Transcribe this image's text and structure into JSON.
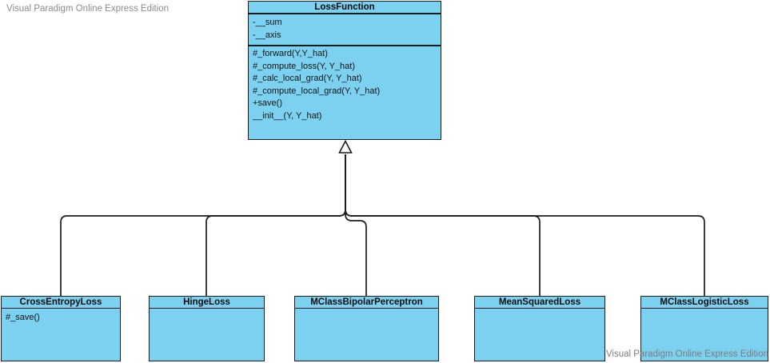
{
  "watermark": {
    "text": "Visual Paradigm Online Express Edition"
  },
  "colors": {
    "class_fill": "#7cd0f0",
    "border": "#1c1c1c",
    "connector": "#1c1c1c",
    "watermark": "#8c8c8c",
    "background": "#ffffff"
  },
  "diagram": {
    "type": "uml-class-diagram",
    "relationship": "generalization (hollow triangle inheritance arrow pointing to LossFunction)"
  },
  "classes": [
    {
      "name": "LossFunction",
      "attributes": [
        "-__sum",
        "-__axis"
      ],
      "methods": [
        "#_forward(Y,Y_hat)",
        "#_compute_loss(Y, Y_hat)",
        "#_calc_local_grad(Y, Y_hat)",
        "#_compute_local_grad(Y, Y_hat)",
        "+save()",
        "__init__(Y, Y_hat)"
      ]
    },
    {
      "name": "CrossEntropyLoss",
      "attributes": [],
      "methods": [
        "#_save()"
      ]
    },
    {
      "name": "HingeLoss",
      "attributes": [],
      "methods": []
    },
    {
      "name": "MClassBipolarPerceptron",
      "attributes": [],
      "methods": []
    },
    {
      "name": "MeanSquaredLoss",
      "attributes": [],
      "methods": []
    },
    {
      "name": "MClassLogisticLoss",
      "attributes": [],
      "methods": []
    }
  ]
}
